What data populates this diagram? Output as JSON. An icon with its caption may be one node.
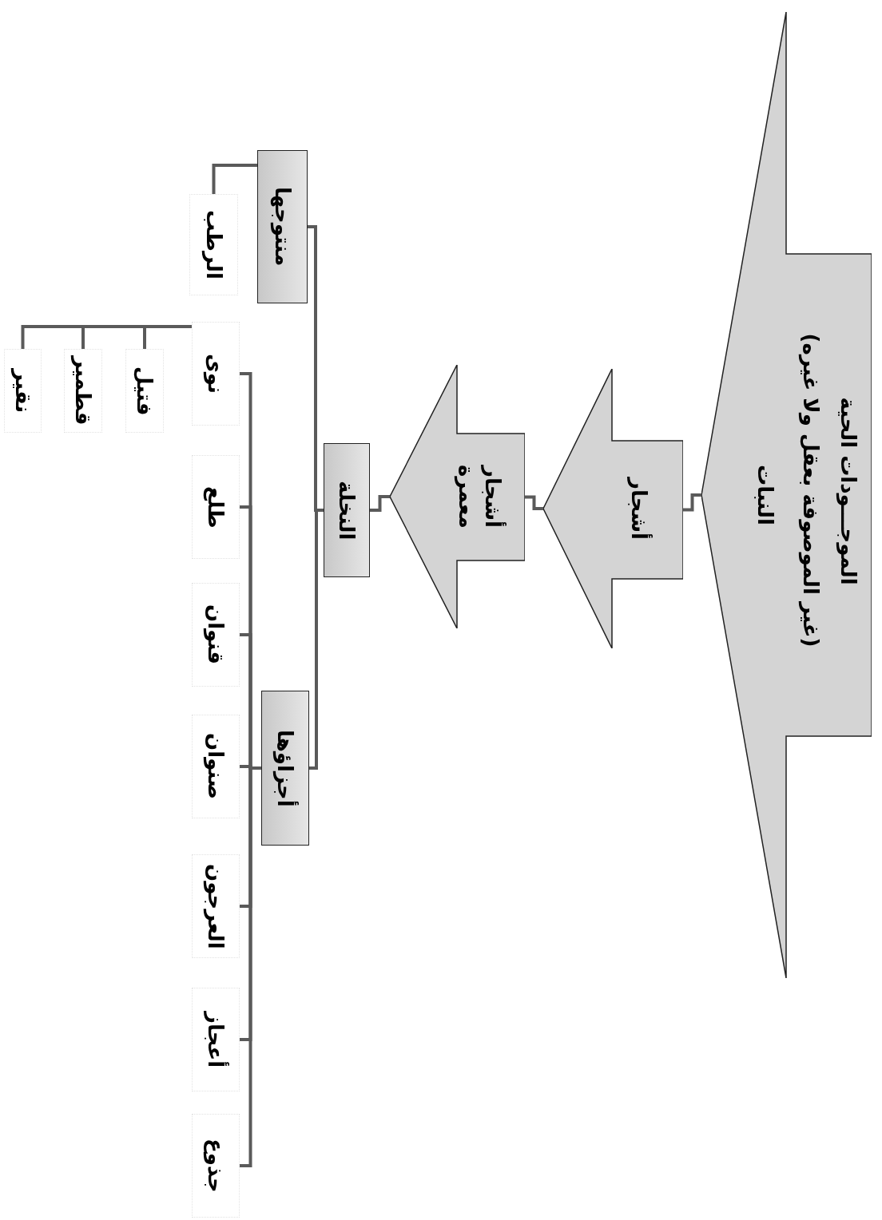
{
  "diagram": {
    "nodes": [
      {
        "text": [
          "الموجـــودات الحية",
          "(غير الموصوفة بعقل ولا غيره)",
          "النبات"
        ]
      },
      {
        "text": [
          "أشجار"
        ]
      },
      {
        "text": [
          "أشجار معمرة"
        ]
      },
      {
        "text": [
          "النخلة"
        ]
      },
      {
        "text": [
          "أجزاؤها"
        ]
      },
      {
        "text": [
          "منتوجها"
        ]
      },
      {
        "text": [
          "جذوع"
        ]
      },
      {
        "text": [
          "أعجاز"
        ]
      },
      {
        "text": [
          "العرجون"
        ]
      },
      {
        "text": [
          "صنوان"
        ]
      },
      {
        "text": [
          "قنوان"
        ]
      },
      {
        "text": [
          "طلع"
        ]
      },
      {
        "text": [
          "نوى"
        ]
      },
      {
        "text": [
          "الرطب"
        ]
      },
      {
        "text": [
          "فتيل"
        ]
      },
      {
        "text": [
          "قطمير"
        ]
      },
      {
        "text": [
          "نقير"
        ]
      }
    ],
    "edges": [
      {
        "from": 0,
        "to": 1,
        "arrow": "none"
      },
      {
        "from": 1,
        "to": 2,
        "arrow": "none"
      },
      {
        "from": 2,
        "to": 3,
        "arrow": "none"
      },
      {
        "from": 3,
        "to": 4,
        "arrow": "none"
      },
      {
        "from": 3,
        "to": 5,
        "arrow": "none"
      },
      {
        "from": 4,
        "to": 6,
        "arrow": "none"
      },
      {
        "from": 4,
        "to": 7,
        "arrow": "none"
      },
      {
        "from": 4,
        "to": 8,
        "arrow": "none"
      },
      {
        "from": 4,
        "to": 9,
        "arrow": "none"
      },
      {
        "from": 4,
        "to": 10,
        "arrow": "none"
      },
      {
        "from": 4,
        "to": 11,
        "arrow": "none"
      },
      {
        "from": 4,
        "to": 12,
        "arrow": "none"
      },
      {
        "from": 5,
        "to": 13,
        "arrow": "none"
      },
      {
        "from": 12,
        "to": 14,
        "arrow": "none"
      },
      {
        "from": 12,
        "to": 15,
        "arrow": "none"
      },
      {
        "from": 12,
        "to": 16,
        "arrow": "none"
      }
    ]
  }
}
